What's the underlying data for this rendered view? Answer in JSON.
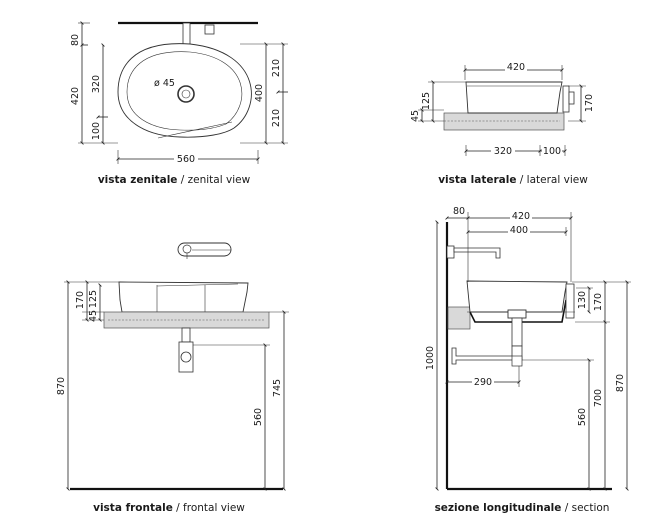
{
  "views": {
    "zenital": {
      "caption_bold": "vista zenitale",
      "caption_rest": " / zenital view",
      "dims": {
        "top_80": "80",
        "left_420": "420",
        "left_320": "320",
        "left_100": "100",
        "right_400": "400",
        "right_210_top": "210",
        "right_210_bottom": "210",
        "bottom_560": "560",
        "drain": "ø 45"
      }
    },
    "laterale": {
      "caption_bold": "vista laterale",
      "caption_rest": " / lateral view",
      "dims": {
        "top_420": "420",
        "left_125": "125",
        "left_45": "45",
        "right_170": "170",
        "bottom_320": "320",
        "bottom_100": "100"
      }
    },
    "frontale": {
      "caption_bold": "vista frontale",
      "caption_rest": " / frontal view",
      "dims": {
        "left_870": "870",
        "left_170": "170",
        "left_125": "125",
        "left_45": "45",
        "right_745": "745",
        "right_560": "560"
      }
    },
    "sezione": {
      "caption_bold": "sezione longitudinale",
      "caption_rest": " / section",
      "dims": {
        "top_80": "80",
        "top_420": "420",
        "top_400": "400",
        "left_1000": "1000",
        "mid_130": "130",
        "right_170": "170",
        "right_700": "700",
        "right_870": "870",
        "trap_290": "290",
        "bottom_560": "560"
      }
    }
  }
}
